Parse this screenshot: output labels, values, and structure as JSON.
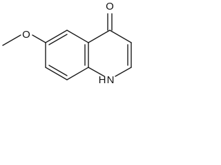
{
  "molecule": {
    "atoms": {
      "carbonyl_oxygen": "O",
      "ring_nitrogen": "N",
      "ring_nitrogen_hydrogen": "H",
      "methoxy_oxygen": "O"
    }
  },
  "colors": {
    "bond": "#1a1a1a",
    "atom_label": "#111111",
    "background": "#ffffff"
  }
}
